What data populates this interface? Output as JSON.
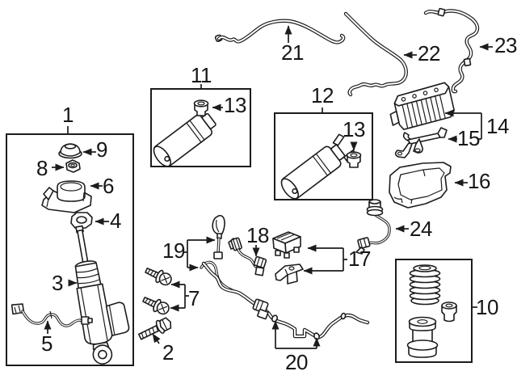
{
  "diagram": {
    "background": "#ffffff",
    "line_color": "#1c1c1c",
    "callouts": {
      "c1": "1",
      "c2": "2",
      "c3": "3",
      "c4": "4",
      "c5": "5",
      "c6": "6",
      "c7": "7",
      "c8": "8",
      "c9": "9",
      "c10": "10",
      "c11": "11",
      "c12": "12",
      "c13": "13",
      "c14": "14",
      "c15": "15",
      "c16": "16",
      "c17": "17",
      "c18": "18",
      "c19": "19",
      "c20": "20",
      "c21": "21",
      "c22": "22",
      "c23": "23",
      "c24": "24"
    }
  }
}
